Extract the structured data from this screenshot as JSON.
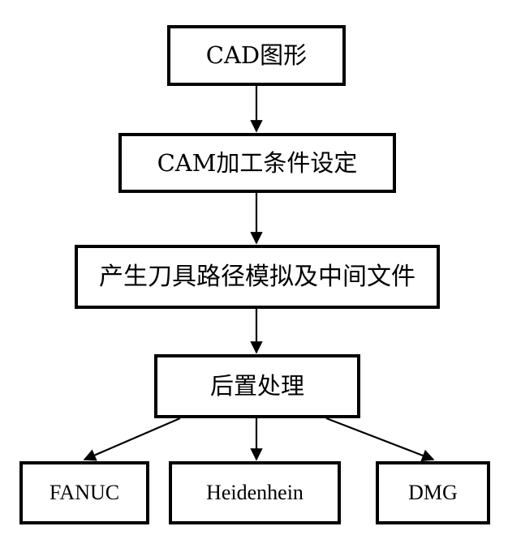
{
  "diagram": {
    "nodes": {
      "cad": "CAD图形",
      "cam": "CAM加工条件设定",
      "path": "产生刀具路径模拟及中间文件",
      "post": "后置处理",
      "fanuc": "FANUC",
      "heidenhein": "Heidenhein",
      "dmg": "DMG"
    },
    "edges": [
      {
        "from": "cad",
        "to": "cam"
      },
      {
        "from": "cam",
        "to": "path"
      },
      {
        "from": "path",
        "to": "post"
      },
      {
        "from": "post",
        "to": "fanuc"
      },
      {
        "from": "post",
        "to": "heidenhein"
      },
      {
        "from": "post",
        "to": "dmg"
      }
    ],
    "colors": {
      "line": "#000000",
      "box_fill": "#ffffff",
      "text": "#000000"
    }
  }
}
